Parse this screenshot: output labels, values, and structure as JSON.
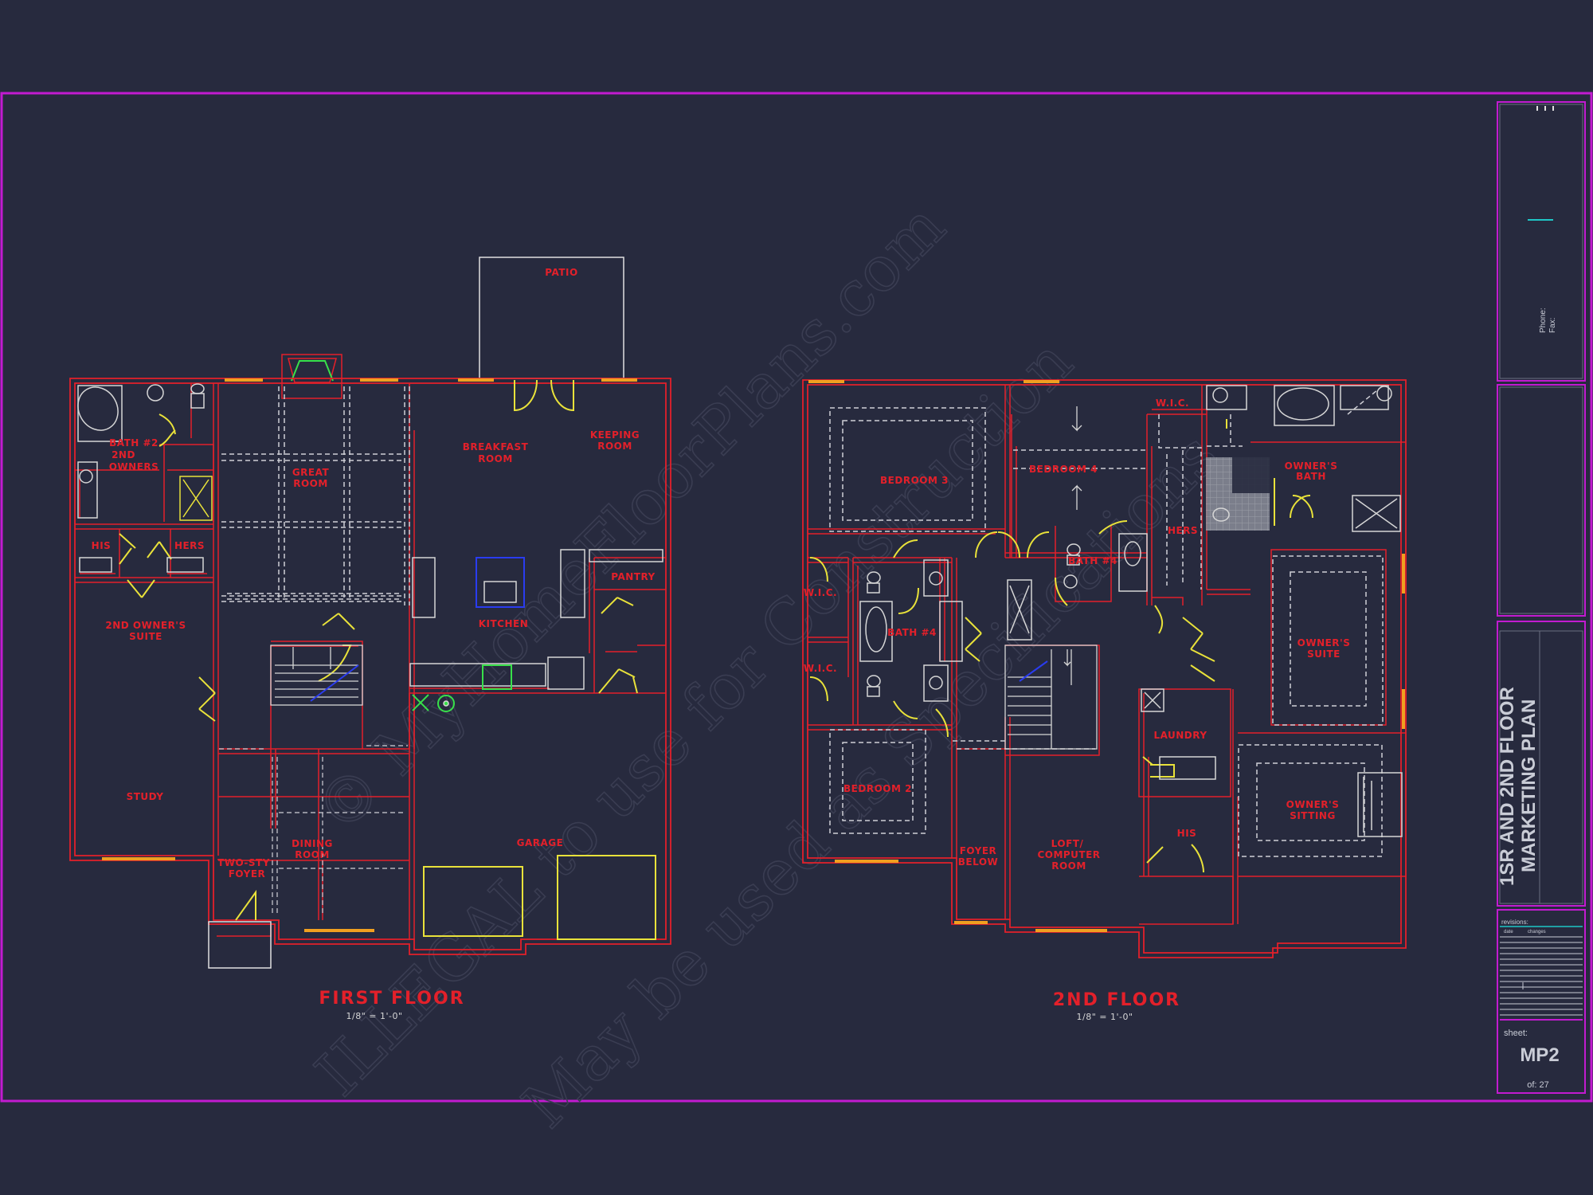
{
  "colors": {
    "background": "#272a3e",
    "border": "#c21bd0",
    "wall": "#e3202a",
    "fixture": "#d6d6d6",
    "door": "#e9e23a",
    "dash": "#cfcfd6",
    "label": "#e3202a",
    "window": "#f0a020",
    "cyan": "#1fc6c6",
    "green": "#38e04a",
    "blue": "#2a3cf0"
  },
  "watermark": {
    "line1": "© MyHomeFloorPlans.com",
    "line2": "ILLEGAL to use for Construction",
    "line3": "May be used as Specifications"
  },
  "first_floor": {
    "title": "FIRST FLOOR",
    "scale": "1/8\" = 1'-0\"",
    "rooms": {
      "patio": "PATIO",
      "breakfast_1": "BREAKFAST",
      "breakfast_2": "ROOM",
      "keeping_1": "KEEPING",
      "keeping_2": "ROOM",
      "great_1": "GREAT",
      "great_2": "ROOM",
      "bath2_1": "BATH #2",
      "bath2_2": "2ND",
      "bath2_3": "OWNERS",
      "his": "HIS",
      "hers": "HERS",
      "suite_1": "2ND OWNER'S",
      "suite_2": "SUITE",
      "study": "STUDY",
      "kitchen": "KITCHEN",
      "pantry": "PANTRY",
      "dining_1": "DINING",
      "dining_2": "ROOM",
      "foyer_1": "TWO-STY",
      "foyer_2": "FOYER",
      "garage": "GARAGE"
    }
  },
  "second_floor": {
    "title": "2ND FLOOR",
    "scale": "1/8\" = 1'-0\"",
    "rooms": {
      "bed3": "BEDROOM 3",
      "bed4": "BEDROOM 4",
      "wic_top": "W.I.C.",
      "owners_bath_1": "OWNER'S",
      "owners_bath_2": "BATH",
      "hers": "HERS",
      "bath4_right": "BATH #4",
      "bath4_left": "BATH #4",
      "wic_1": "W.I.C.",
      "wic_2": "W.I.C.",
      "owners_suite_1": "OWNER'S",
      "owners_suite_2": "SUITE",
      "laundry": "LAUNDRY",
      "bed2": "BEDROOM 2",
      "sitting_1": "OWNER'S",
      "sitting_2": "SITTING",
      "his": "HIS",
      "foyer_1": "FOYER",
      "foyer_2": "BELOW",
      "loft_1": "LOFT/",
      "loft_2": "COMPUTER",
      "loft_3": "ROOM"
    }
  },
  "title_block": {
    "phone": "Phone:",
    "fax": "Fax:",
    "sheet_title_1": "1SR AND 2ND FLOOR",
    "sheet_title_2": "MARKETING PLAN",
    "revisions": "revisions:",
    "date": "date",
    "changes": "changes",
    "sheet_label": "sheet:",
    "sheet_number": "MP2",
    "of": "of: 27"
  }
}
